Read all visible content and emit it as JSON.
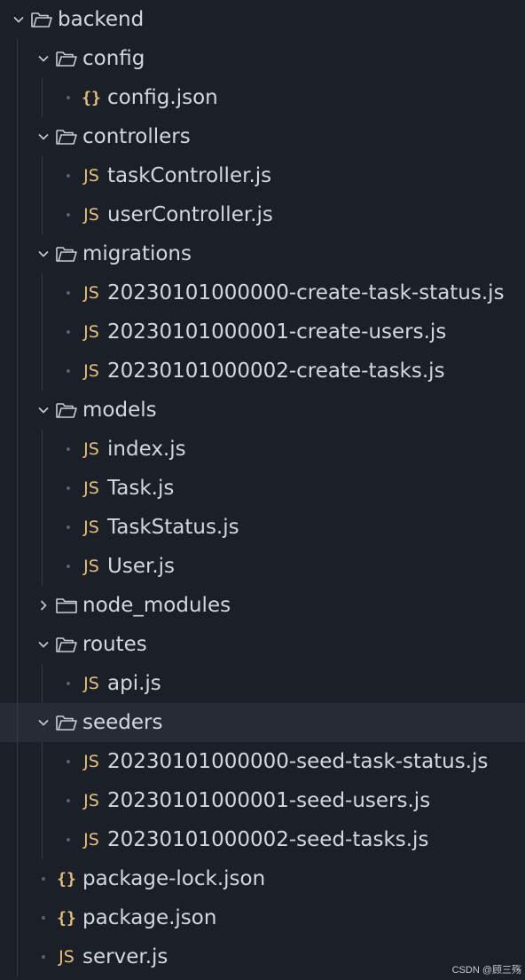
{
  "explorer": {
    "items": [
      {
        "label": "backend",
        "kind": "folder",
        "state": "expanded",
        "depth": 0
      },
      {
        "label": "config",
        "kind": "folder",
        "state": "expanded",
        "depth": 1
      },
      {
        "label": "config.json",
        "kind": "json",
        "depth": 2
      },
      {
        "label": "controllers",
        "kind": "folder",
        "state": "expanded",
        "depth": 1
      },
      {
        "label": "taskController.js",
        "kind": "js",
        "depth": 2
      },
      {
        "label": "userController.js",
        "kind": "js",
        "depth": 2
      },
      {
        "label": "migrations",
        "kind": "folder",
        "state": "expanded",
        "depth": 1
      },
      {
        "label": "20230101000000-create-task-status.js",
        "kind": "js",
        "depth": 2
      },
      {
        "label": "20230101000001-create-users.js",
        "kind": "js",
        "depth": 2
      },
      {
        "label": "20230101000002-create-tasks.js",
        "kind": "js",
        "depth": 2
      },
      {
        "label": "models",
        "kind": "folder",
        "state": "expanded",
        "depth": 1
      },
      {
        "label": "index.js",
        "kind": "js",
        "depth": 2
      },
      {
        "label": "Task.js",
        "kind": "js",
        "depth": 2
      },
      {
        "label": "TaskStatus.js",
        "kind": "js",
        "depth": 2
      },
      {
        "label": "User.js",
        "kind": "js",
        "depth": 2
      },
      {
        "label": "node_modules",
        "kind": "folder",
        "state": "collapsed",
        "depth": 1
      },
      {
        "label": "routes",
        "kind": "folder",
        "state": "expanded",
        "depth": 1
      },
      {
        "label": "api.js",
        "kind": "js",
        "depth": 2
      },
      {
        "label": "seeders",
        "kind": "folder",
        "state": "expanded",
        "depth": 1,
        "selected": true
      },
      {
        "label": "20230101000000-seed-task-status.js",
        "kind": "js",
        "depth": 2
      },
      {
        "label": "20230101000001-seed-users.js",
        "kind": "js",
        "depth": 2
      },
      {
        "label": "20230101000002-seed-tasks.js",
        "kind": "js",
        "depth": 2
      },
      {
        "label": "package-lock.json",
        "kind": "json",
        "depth": 1
      },
      {
        "label": "package.json",
        "kind": "json",
        "depth": 1
      },
      {
        "label": "server.js",
        "kind": "js",
        "depth": 1
      }
    ]
  },
  "icons": {
    "js_glyph": "JS",
    "json_glyph": "{}"
  },
  "colors": {
    "background": "#1b1f27",
    "selected_row": "#262b35",
    "text": "#d4d7dd",
    "file_icon": "#e5c07b",
    "folder_icon": "#c8ccd4"
  },
  "watermark": "CSDN @顾三殇"
}
